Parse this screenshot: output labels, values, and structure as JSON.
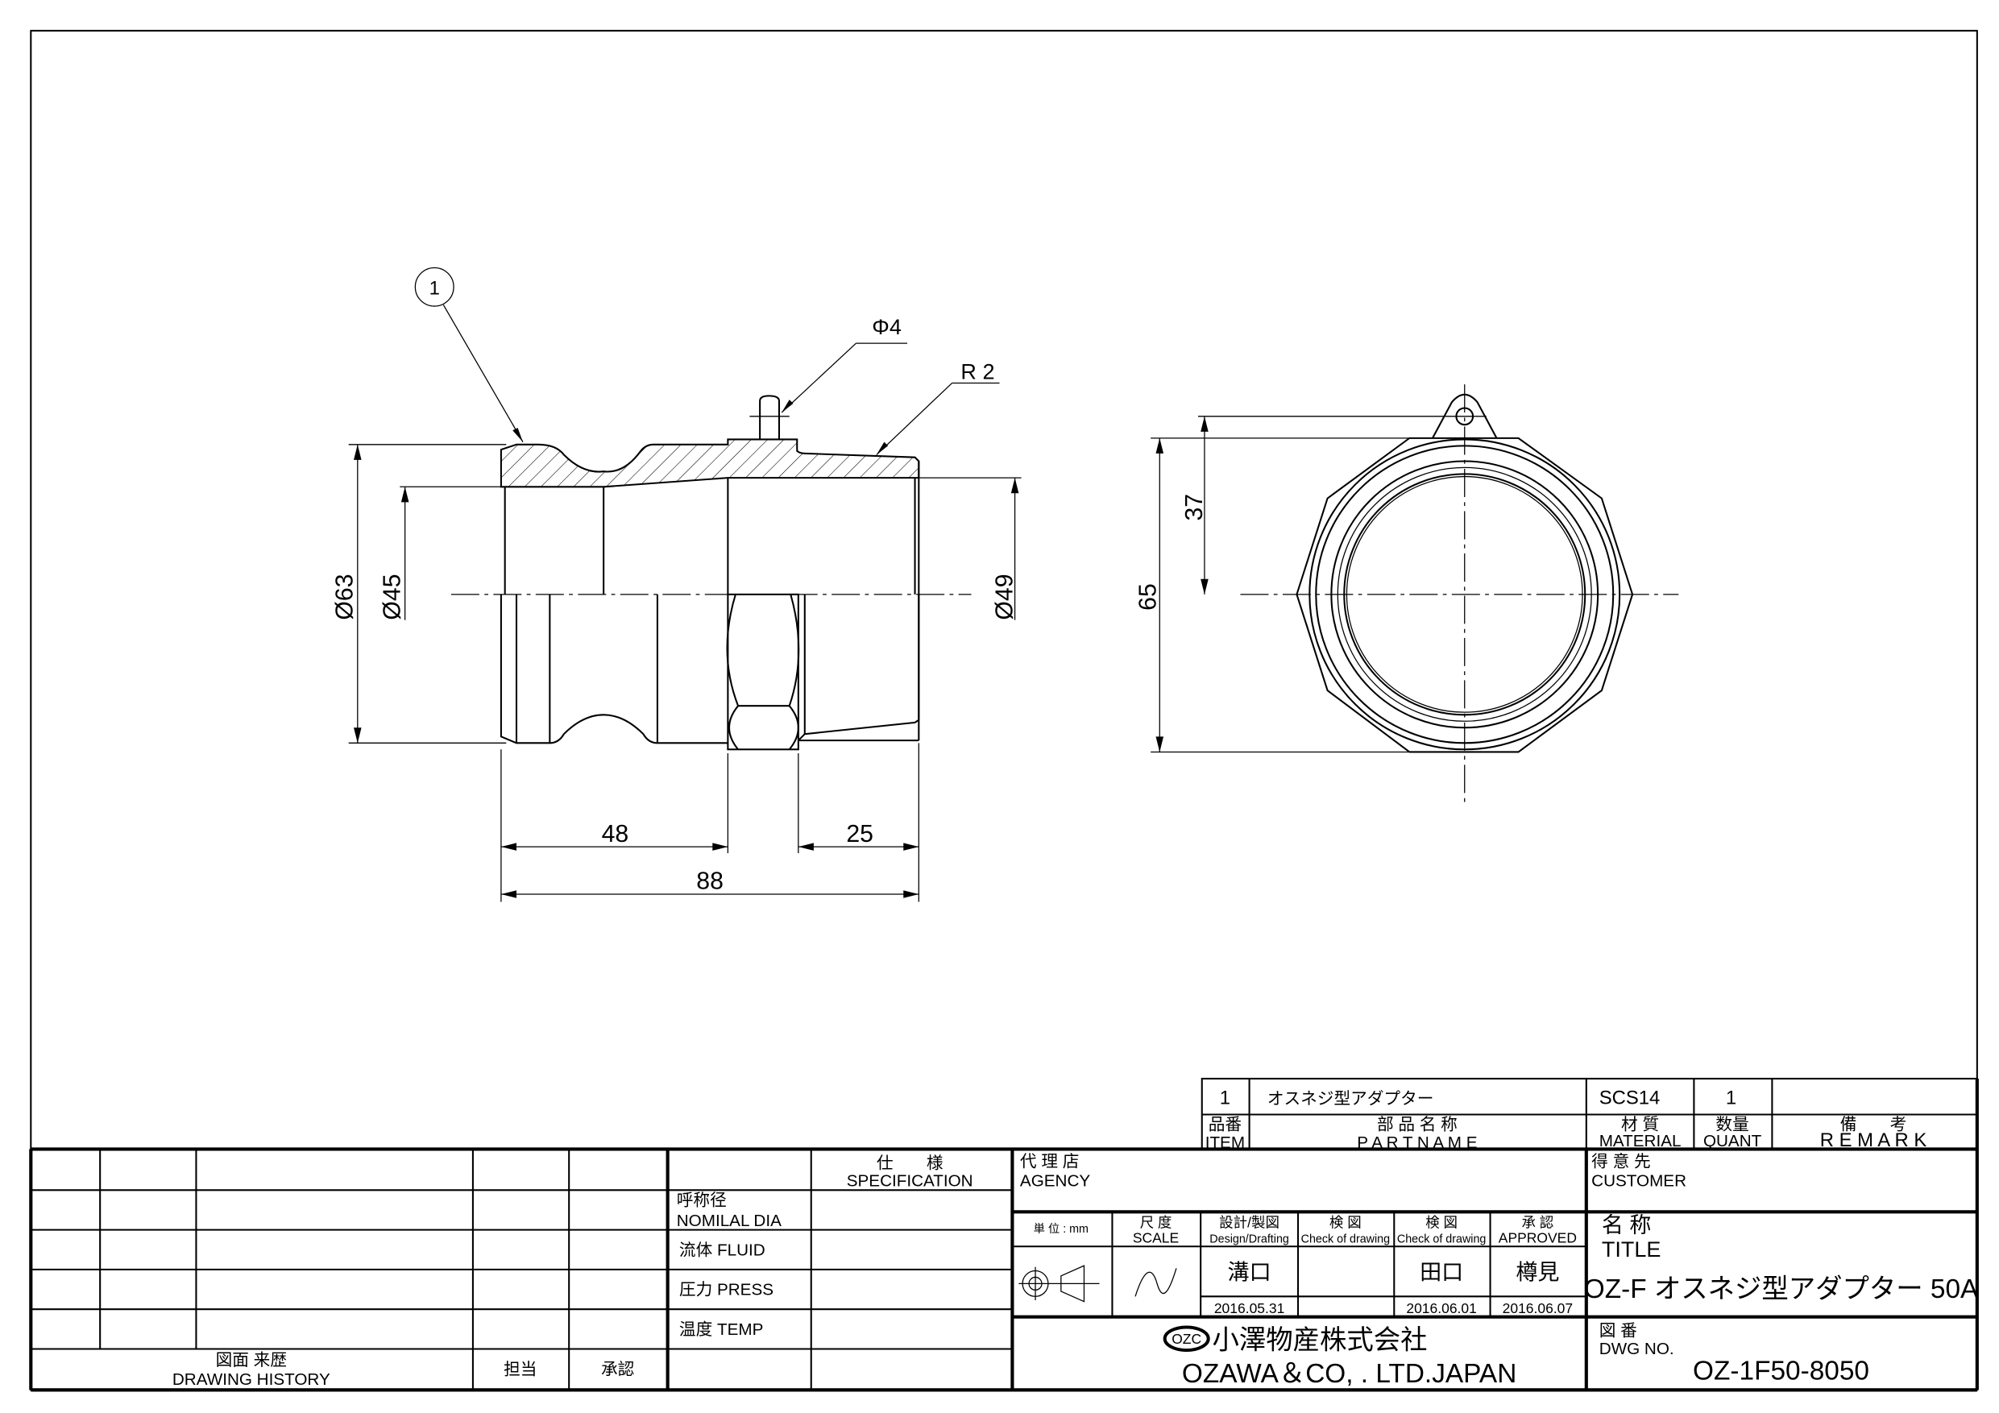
{
  "drawing": {
    "balloon": "1",
    "labels": {
      "pin_dia": "Φ4",
      "radius": "R 2"
    },
    "dims": {
      "d63": "Ø63",
      "d45": "Ø45",
      "d49": "Ø49",
      "l48": "48",
      "l25": "25",
      "l88": "88",
      "h65": "65",
      "h37": "37"
    }
  },
  "parts_list": {
    "rows": [
      {
        "item": "1",
        "name": "オスネジ型アダプター",
        "material": "SCS14",
        "quant": "1",
        "remark": ""
      }
    ],
    "headers": {
      "item_jp": "品番",
      "item_en": "ITEM",
      "name_jp": "部 品 名 称",
      "name_en": "P A R T   N A M E",
      "material_jp": "材 質",
      "material_en": "MATERIAL",
      "quant_jp": "数量",
      "quant_en": "QUANT",
      "remark_jp": "備　　考",
      "remark_en": "R E M A R K"
    }
  },
  "history": {
    "title_jp": "図面 来歴",
    "title_en": "DRAWING HISTORY",
    "charge": "担当",
    "approve": "承認"
  },
  "spec": {
    "title_jp": "仕　　様",
    "title_en": "SPECIFICATION",
    "rows": [
      {
        "label_jp": "呼称径",
        "label_en": "NOMILAL DIA"
      },
      {
        "label": "流体  FLUID"
      },
      {
        "label": "圧力  PRESS"
      },
      {
        "label": "温度  TEMP"
      }
    ]
  },
  "title_block": {
    "agency_jp": "代 理 店",
    "agency_en": "AGENCY",
    "customer_jp": "得 意 先",
    "customer_en": "CUSTOMER",
    "unit": "単 位 : mm",
    "scale_jp": "尺 度",
    "scale_en": "SCALE",
    "design_jp": "設計/製図",
    "design_en": "Design/Drafting",
    "check1_jp": "検 図",
    "check1_en": "Check of drawing",
    "check2_jp": "検 図",
    "check2_en": "Check of drawing",
    "approved_jp": "承 認",
    "approved_en": "APPROVED",
    "designer": "溝口",
    "checker1": "",
    "checker2": "田口",
    "approver": "樽見",
    "design_date": "2016.05.31",
    "check1_date": "",
    "check2_date": "2016.06.01",
    "approved_date": "2016.06.07",
    "title_jp": "名 称",
    "title_en": "TITLE",
    "title": "OZ-F オスネジ型アダプター   50A",
    "company_logo": "OZC",
    "company_jp": "小澤物産株式会社",
    "company_en": "OZAWA＆CO, . LTD.JAPAN",
    "dwg_jp": "図 番",
    "dwg_en": "DWG  NO.",
    "dwg_no": "OZ-1F50-8050"
  }
}
